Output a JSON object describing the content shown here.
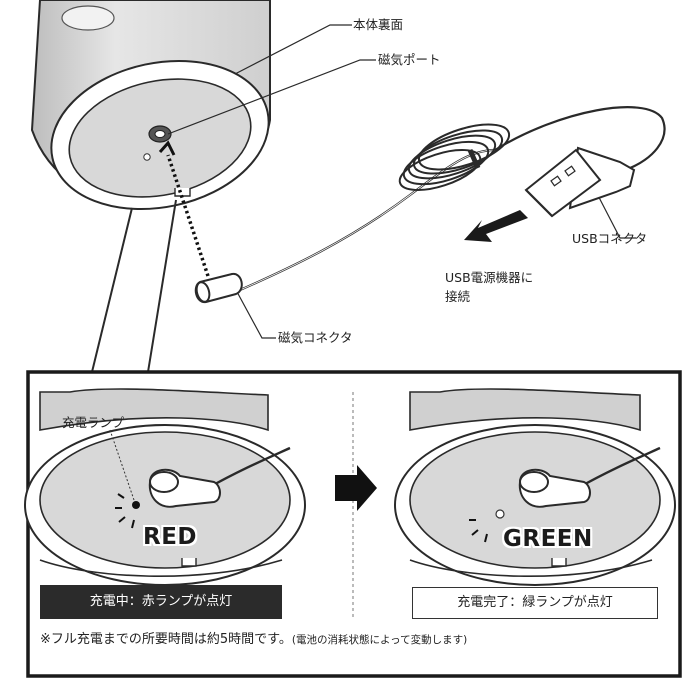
{
  "labels": {
    "body_back": "本体裏面",
    "magnetic_port": "磁気ポート",
    "usb_connector": "USBコネクタ",
    "usb_power_line1": "USB電源機器に",
    "usb_power_line2": "接続",
    "magnetic_connector": "磁気コネクタ",
    "charge_lamp": "充電ランプ"
  },
  "states": {
    "charging": {
      "lamp_word": "RED",
      "status": "充電中：赤ランプが点灯"
    },
    "complete": {
      "lamp_word": "GREEN",
      "status": "充電完了：緑ランプが点灯"
    }
  },
  "note": {
    "main": "※フル充電までの所要時間は約5時間です。",
    "small": "(電池の消耗状態によって変動します)"
  },
  "icons": {
    "direction_arrow": "arrow-left-icon",
    "transition_arrow": "arrow-right-icon"
  },
  "colors": {
    "line": "#2a2a2a",
    "device_gray": "#d8d8d8",
    "status_dark": "#2b2b2b"
  }
}
